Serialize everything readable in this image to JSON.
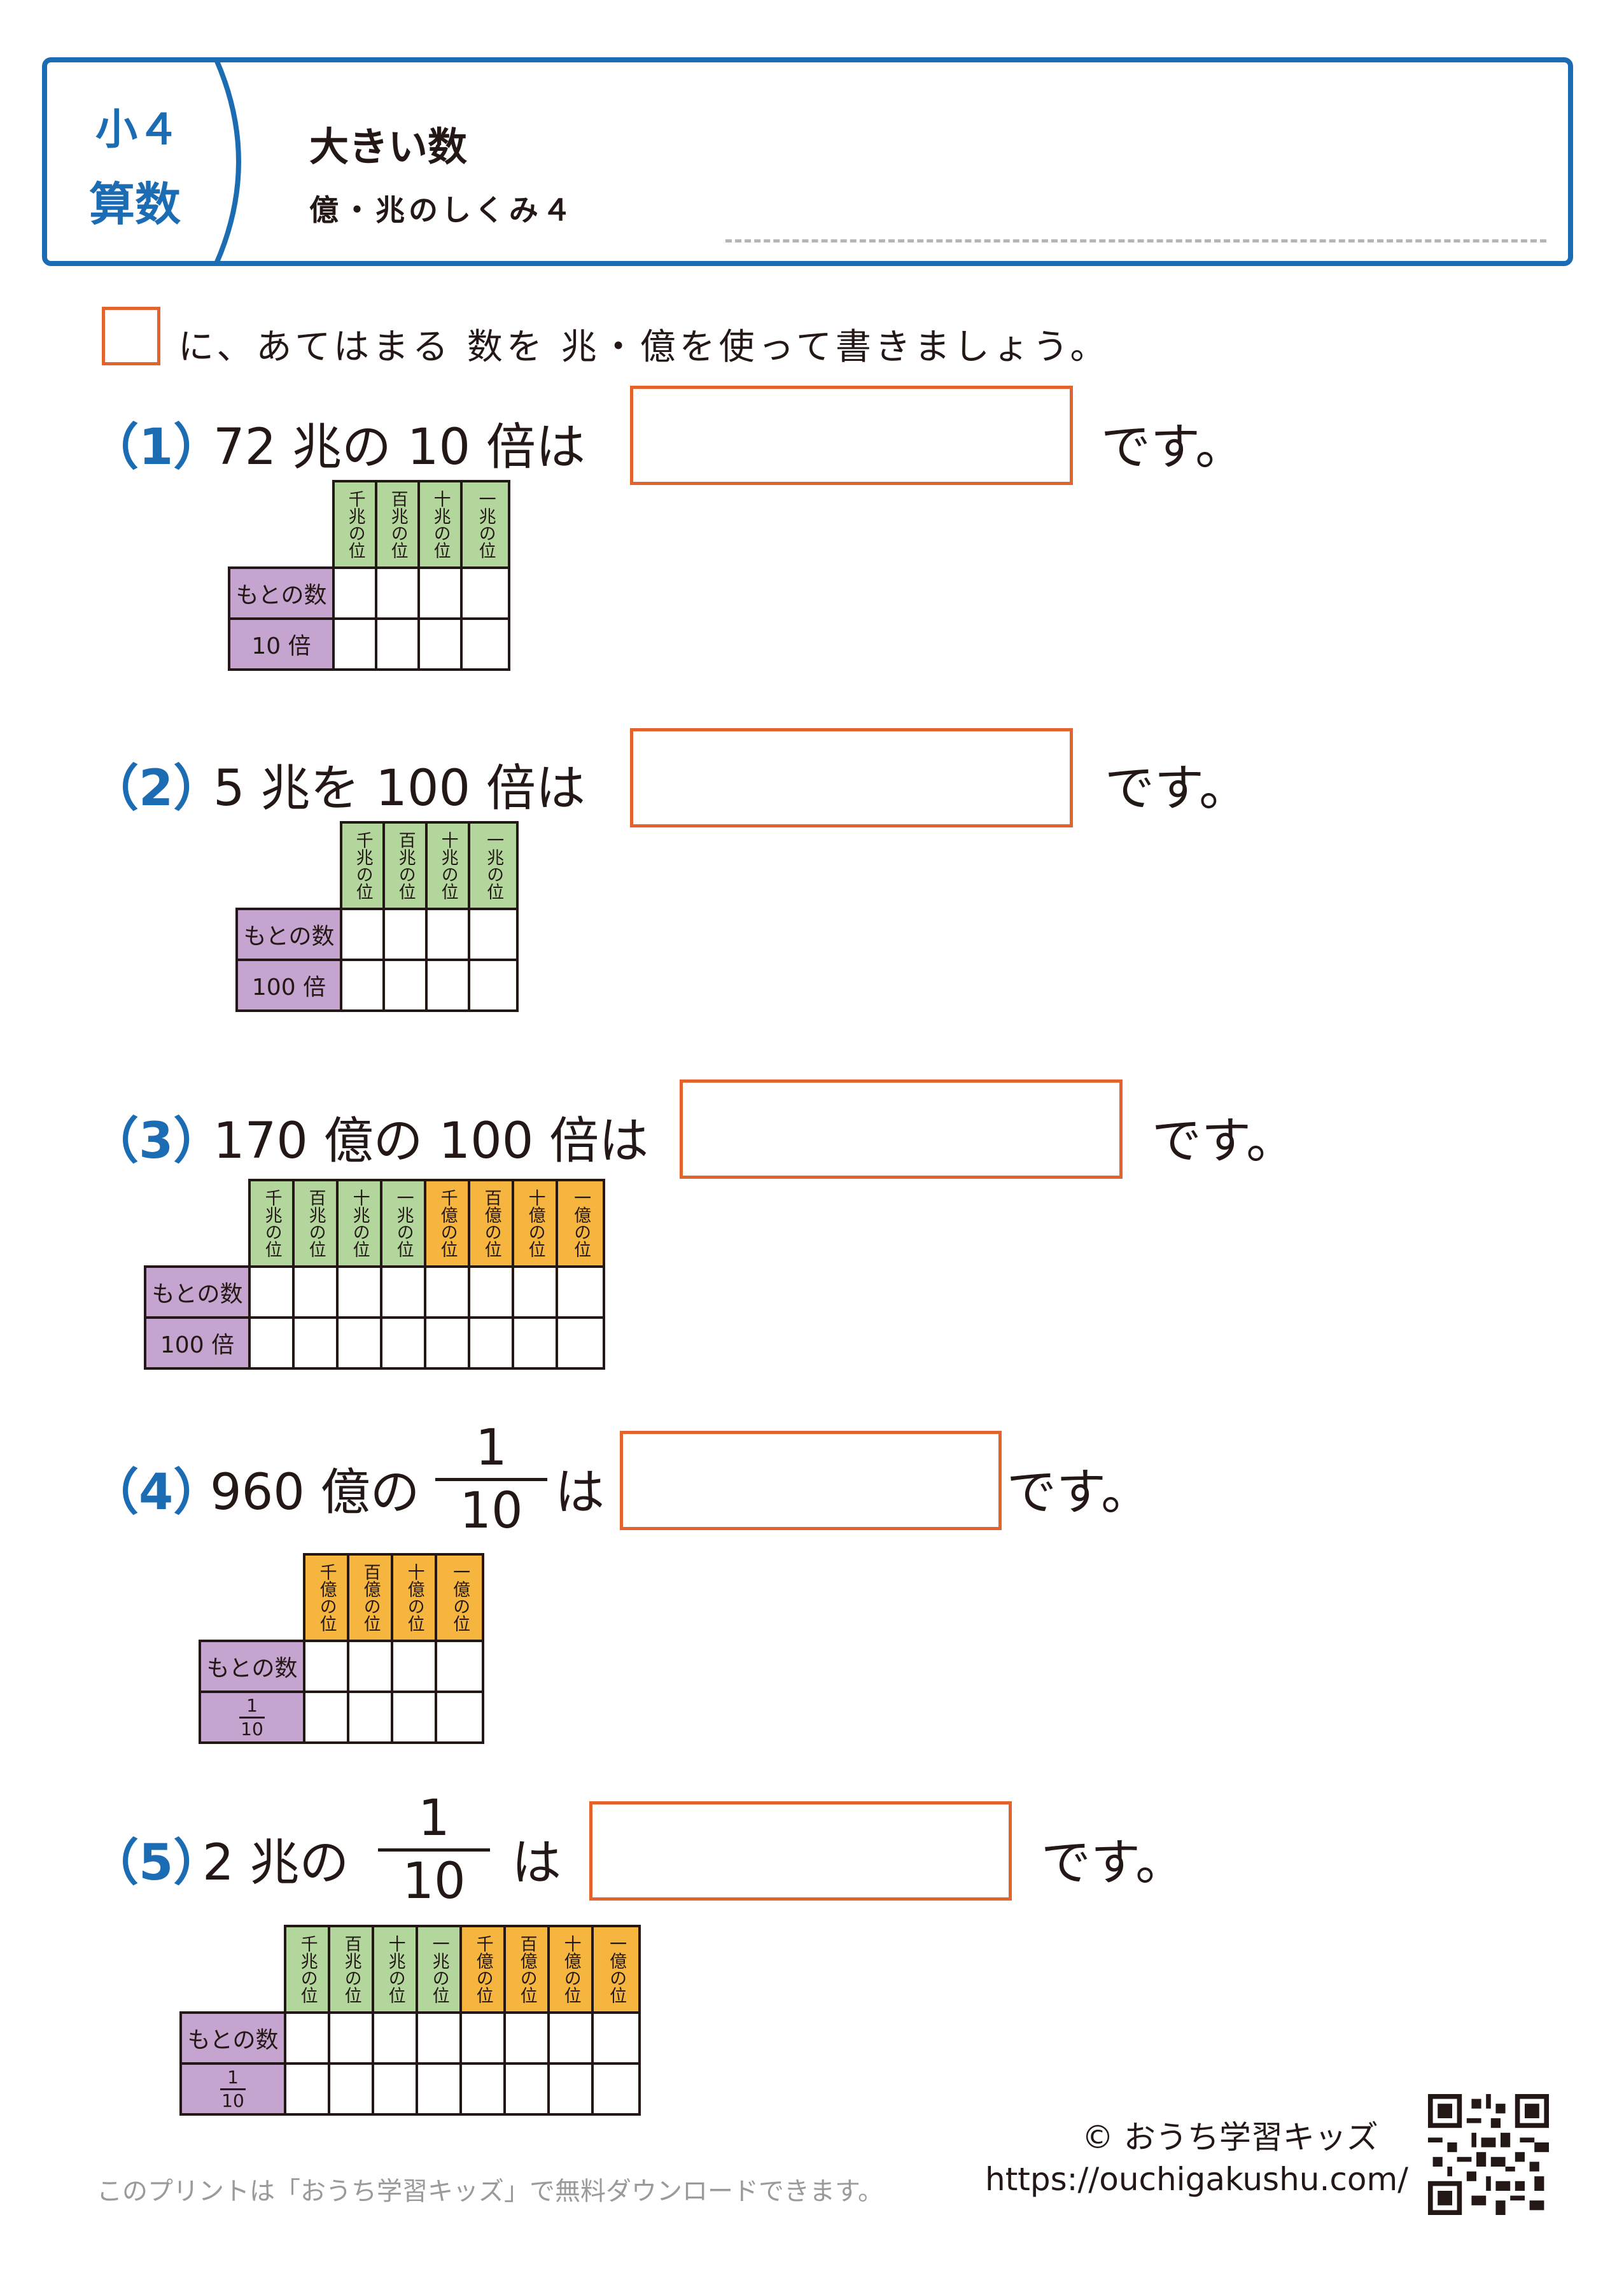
{
  "header": {
    "grade": "小４",
    "subject": "算数",
    "title": "大きい数",
    "subtitle": "億・兆のしくみ４"
  },
  "instruction": "に、あてはまる 数を 兆・億を使って書きましょう。",
  "colors": {
    "blue": "#1c6cb3",
    "orange": "#e2632b",
    "green": "#b3d69d",
    "gold": "#f5b53f",
    "purple": "#c5a5cf"
  },
  "problems": [
    {
      "num": "（1）",
      "expr": "72 兆の 10 倍は",
      "desu": "です。"
    },
    {
      "num": "（2）",
      "expr": "5 兆を 100 倍は",
      "desu": "です。"
    },
    {
      "num": "（3）",
      "expr": "170 億の 100 倍は",
      "desu": "です。"
    },
    {
      "num": "（4）",
      "expr_pre": "960 億の",
      "frac_n": "1",
      "frac_d": "10",
      "expr_post": "は",
      "desu": "です。"
    },
    {
      "num": "（5）",
      "expr_pre": "2 兆の",
      "frac_n": "1",
      "frac_d": "10",
      "expr_post": "は",
      "desu": "です。"
    }
  ],
  "tables": {
    "row1": "もとの数",
    "t1_row2": "10 倍",
    "t2_row2": "100 倍",
    "t3_row2": "100 倍",
    "frac_n": "1",
    "frac_d": "10",
    "cols_cho": [
      "千兆の位",
      "百兆の位",
      "十兆の位",
      "一兆の位"
    ],
    "cols_oku": [
      "千億の位",
      "百億の位",
      "十億の位",
      "一億の位"
    ]
  },
  "footer": {
    "note": "このプリントは「おうち学習キッズ」で無料ダウンロードできます。",
    "copyright": "© おうち学習キッズ",
    "url": "https://ouchigakushu.com/",
    "qr": "qr-code-icon"
  }
}
